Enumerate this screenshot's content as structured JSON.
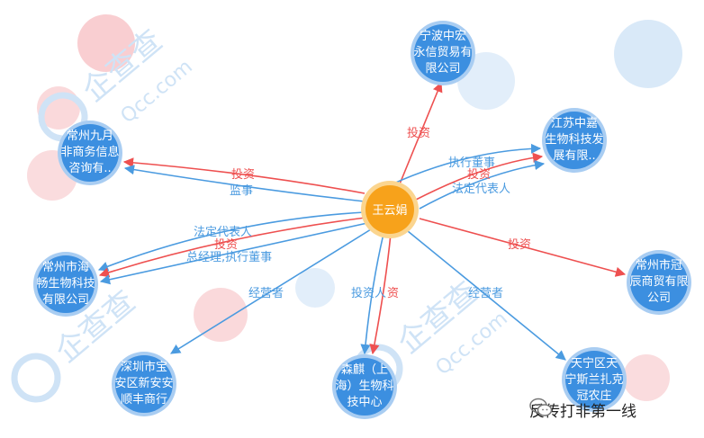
{
  "center": {
    "label": "王云娟",
    "color": "#f7a21b"
  },
  "companies": [
    {
      "id": "nb",
      "lines": [
        "宁波中宏",
        "永信贸易有",
        "限公司"
      ]
    },
    {
      "id": "js",
      "lines": [
        "江苏中嘉",
        "生物科技发",
        "展有限.."
      ]
    },
    {
      "id": "cz9",
      "lines": [
        "常州九月",
        "非商务信息",
        "咨询有.."
      ]
    },
    {
      "id": "czh",
      "lines": [
        "常州市海",
        "畅生物科技",
        "有限公司"
      ]
    },
    {
      "id": "czg",
      "lines": [
        "常州市冠",
        "辰商贸有限",
        "公司"
      ]
    },
    {
      "id": "sz",
      "lines": [
        "深圳市宝",
        "安区新安安",
        "顺丰商行"
      ]
    },
    {
      "id": "sl",
      "lines": [
        "森麒（上",
        "海）生物科",
        "技中心"
      ]
    },
    {
      "id": "tn",
      "lines": [
        "天宁区天",
        "宁斯兰扎克",
        "冠农庄"
      ]
    }
  ],
  "edges": [
    {
      "id": "e-nb-invest",
      "kind": "red",
      "label": "投资"
    },
    {
      "id": "e-js-exec",
      "kind": "blue",
      "label": "执行董事"
    },
    {
      "id": "e-js-invest",
      "kind": "red",
      "label": "投资"
    },
    {
      "id": "e-js-legal",
      "kind": "blue",
      "label": "法定代表人"
    },
    {
      "id": "e-cz9-invest",
      "kind": "red",
      "label": "投资"
    },
    {
      "id": "e-cz9-super",
      "kind": "blue",
      "label": "监事"
    },
    {
      "id": "e-czh-legal",
      "kind": "blue",
      "label": "法定代表人"
    },
    {
      "id": "e-czh-invest",
      "kind": "red",
      "label": "投资"
    },
    {
      "id": "e-czh-gm",
      "kind": "blue",
      "label": "总经理,执行董事"
    },
    {
      "id": "e-czg-invest",
      "kind": "red",
      "label": "投资"
    },
    {
      "id": "e-sz-op",
      "kind": "blue",
      "label": "经营者"
    },
    {
      "id": "e-sl-investor",
      "kind": "blue",
      "label": "投资人"
    },
    {
      "id": "e-sl-invest",
      "kind": "red",
      "label": "资"
    },
    {
      "id": "e-tn-op",
      "kind": "blue",
      "label": "经营者"
    }
  ],
  "watermark": {
    "brand": "企查查",
    "domain": "Qcc.com"
  },
  "footer": {
    "text": "反传打非第一线",
    "icon": "wechat-icon"
  },
  "colors": {
    "node_fill": "#3c8fe0",
    "node_ring": "#a9cdf2",
    "invest": "#ee5050",
    "role": "#4b9be0",
    "watermark_red": "#f6b9bd",
    "watermark_blue": "#cfe3f6"
  }
}
